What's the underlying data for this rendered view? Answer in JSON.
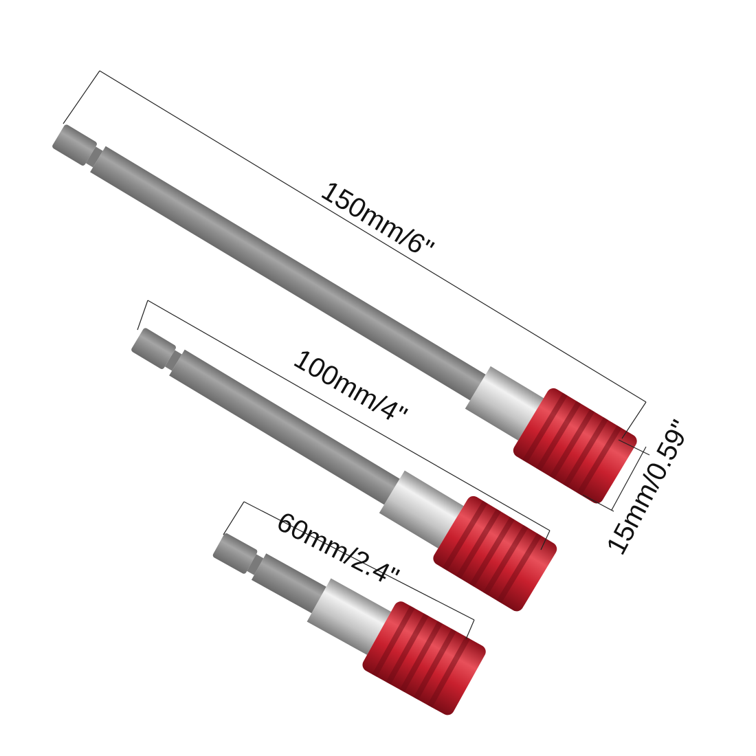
{
  "labels": {
    "long_length": "150mm/6\"",
    "medium_length": "100mm/4\"",
    "short_length": "60mm/2.4\"",
    "diameter": "15mm/0.59\""
  },
  "colors": {
    "shank": "#8a8a8a",
    "collar": "#c8c8c8",
    "sleeve": "#c8202e",
    "dimension_line": "#222222"
  }
}
